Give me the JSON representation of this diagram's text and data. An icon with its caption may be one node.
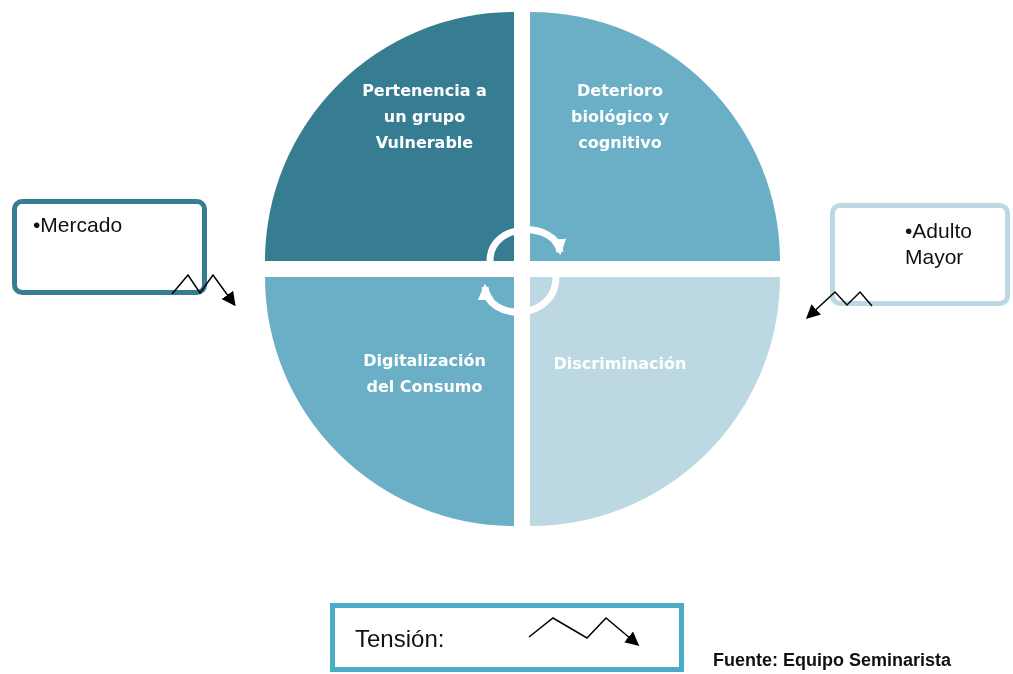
{
  "diagram": {
    "caption": "Fuente: Equipo Seminarista",
    "nodes": [
      {
        "text": [
          "Pertenencia a un grupo Vulnerable"
        ]
      },
      {
        "text": [
          "Deterioro biológico y cognitivo"
        ]
      },
      {
        "text": [
          "Digitalización del Consumo"
        ]
      },
      {
        "text": [
          "Discriminación"
        ]
      },
      {
        "text": [
          "•Mercado"
        ]
      },
      {
        "text": [
          "•Adulto Mayor"
        ]
      }
    ],
    "edges": [
      {
        "from": 0,
        "to": 1,
        "arrow": "to",
        "style": "thick",
        "color": "#ffffff"
      },
      {
        "from": 3,
        "to": 2,
        "arrow": "to",
        "style": "thick",
        "color": "#ffffff"
      },
      {
        "from": 4,
        "to": null,
        "arrow": "to",
        "color": "#000000"
      },
      {
        "from": 5,
        "to": null,
        "arrow": "to",
        "color": "#000000"
      }
    ],
    "legend": [
      {
        "text": "Tensión:"
      }
    ]
  }
}
